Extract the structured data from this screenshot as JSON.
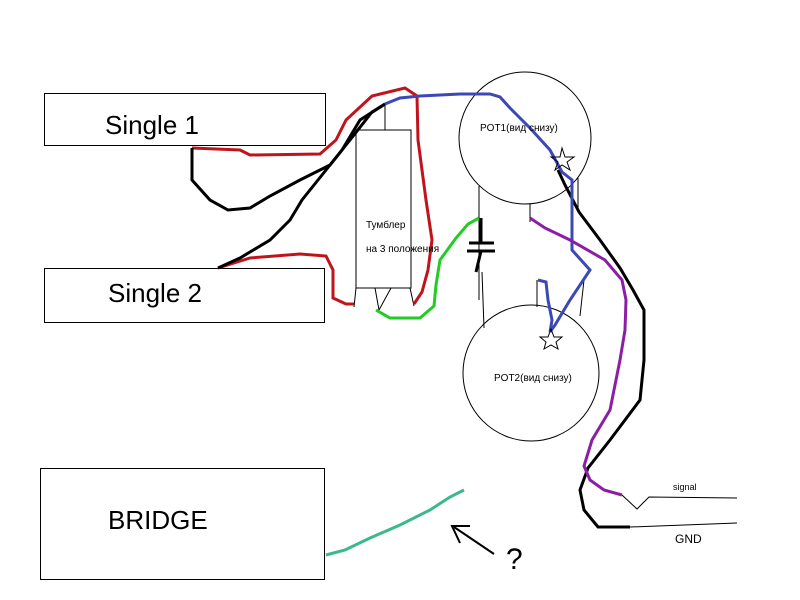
{
  "components": {
    "single1": {
      "label": "Single 1"
    },
    "single2": {
      "label": "Single 2"
    },
    "bridge": {
      "label": "BRIDGE"
    },
    "switch": {
      "line1": "Тумблер",
      "line2": "на 3 положения"
    },
    "pot1": {
      "label": "POT1(вид снизу)"
    },
    "pot2": {
      "label": "POT2(вид снизу)"
    }
  },
  "jack": {
    "signal_label": "signal",
    "gnd_label": "GND"
  },
  "annotation": {
    "question": "?"
  },
  "wire_colors": {
    "red": "#c0141c",
    "black": "#000000",
    "blue": "#3b48b5",
    "green": "#22cc22",
    "purple": "#8a1fa6",
    "teal": "#3cb98a"
  }
}
